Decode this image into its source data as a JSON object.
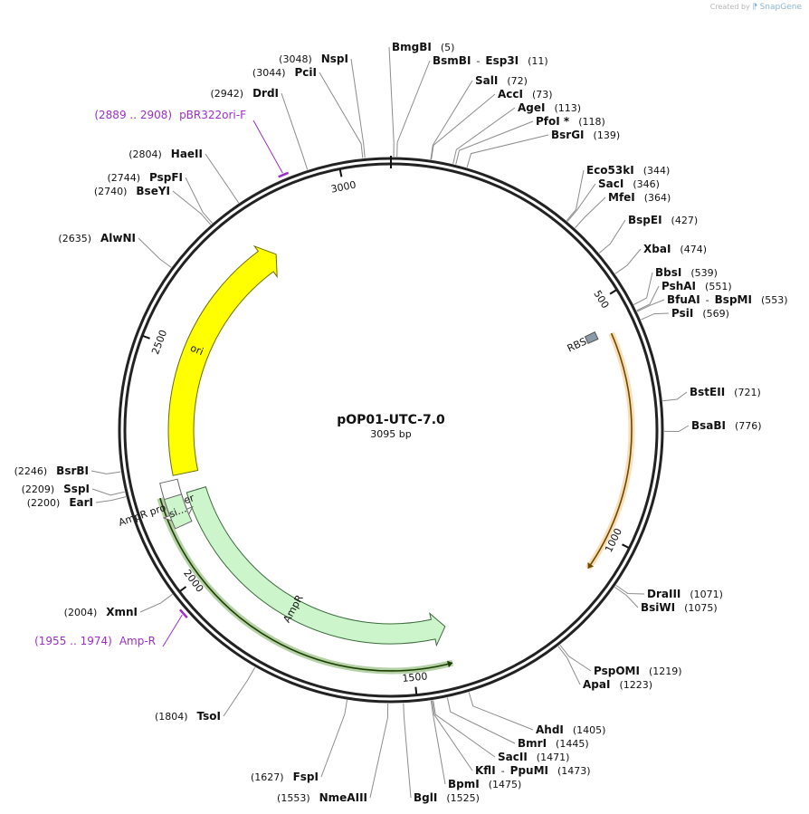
{
  "credit": {
    "prefix": "Created by",
    "brand": "SnapGene"
  },
  "plasmid": {
    "name": "pOP01-UTC-7.0",
    "size_label": "3095 bp",
    "length": 3095
  },
  "ticks": [
    {
      "label": "500",
      "pos": 500
    },
    {
      "label": "1000",
      "pos": 1000
    },
    {
      "label": "1500",
      "pos": 1500
    },
    {
      "label": "2000",
      "pos": 2000
    },
    {
      "label": "2500",
      "pos": 2500
    },
    {
      "label": "3000",
      "pos": 3000
    }
  ],
  "enzymes": [
    {
      "names": [
        "BmgBI"
      ],
      "pos_label": "(5)",
      "site": 5
    },
    {
      "names": [
        "BsmBI",
        "Esp3I"
      ],
      "pos_label": "(11)",
      "site": 11
    },
    {
      "names": [
        "SalI"
      ],
      "pos_label": "(72)",
      "site": 72
    },
    {
      "names": [
        "AccI"
      ],
      "pos_label": "(73)",
      "site": 73
    },
    {
      "names": [
        "AgeI"
      ],
      "pos_label": "(113)",
      "site": 113
    },
    {
      "names": [
        "PfoI *"
      ],
      "pos_label": "(118)",
      "site": 118
    },
    {
      "names": [
        "BsrGI"
      ],
      "pos_label": "(139)",
      "site": 139
    },
    {
      "names": [
        "Eco53kI"
      ],
      "pos_label": "(344)",
      "site": 344
    },
    {
      "names": [
        "SacI"
      ],
      "pos_label": "(346)",
      "site": 346
    },
    {
      "names": [
        "MfeI"
      ],
      "pos_label": "(364)",
      "site": 364
    },
    {
      "names": [
        "BspEI"
      ],
      "pos_label": "(427)",
      "site": 427
    },
    {
      "names": [
        "XbaI"
      ],
      "pos_label": "(474)",
      "site": 474
    },
    {
      "names": [
        "BbsI"
      ],
      "pos_label": "(539)",
      "site": 539
    },
    {
      "names": [
        "PshAI"
      ],
      "pos_label": "(551)",
      "site": 551
    },
    {
      "names": [
        "BfuAI",
        "BspMI"
      ],
      "pos_label": "(553)",
      "site": 553
    },
    {
      "names": [
        "PsiI"
      ],
      "pos_label": "(569)",
      "site": 569
    },
    {
      "names": [
        "BstEII"
      ],
      "pos_label": "(721)",
      "site": 721
    },
    {
      "names": [
        "BsaBI"
      ],
      "pos_label": "(776)",
      "site": 776
    },
    {
      "names": [
        "DraIII"
      ],
      "pos_label": "(1071)",
      "site": 1071
    },
    {
      "names": [
        "BsiWI"
      ],
      "pos_label": "(1075)",
      "site": 1075
    },
    {
      "names": [
        "PspOMI"
      ],
      "pos_label": "(1219)",
      "site": 1219
    },
    {
      "names": [
        "ApaI"
      ],
      "pos_label": "(1223)",
      "site": 1223
    },
    {
      "names": [
        "AhdI"
      ],
      "pos_label": "(1405)",
      "site": 1405
    },
    {
      "names": [
        "BmrI"
      ],
      "pos_label": "(1445)",
      "site": 1445
    },
    {
      "names": [
        "SacII"
      ],
      "pos_label": "(1471)",
      "site": 1471
    },
    {
      "names": [
        "KflI",
        "PpuMI"
      ],
      "pos_label": "(1473)",
      "site": 1473
    },
    {
      "names": [
        "BpmI"
      ],
      "pos_label": "(1475)",
      "site": 1475
    },
    {
      "names": [
        "BglI"
      ],
      "pos_label": "(1525)",
      "site": 1525
    },
    {
      "names": [
        "NmeAIII"
      ],
      "pos_label": "(1553)",
      "site": 1553
    },
    {
      "names": [
        "FspI"
      ],
      "pos_label": "(1627)",
      "site": 1627
    },
    {
      "names": [
        "TsoI"
      ],
      "pos_label": "(1804)",
      "site": 1804
    },
    {
      "names": [
        "XmnI"
      ],
      "pos_label": "(2004)",
      "site": 2004
    },
    {
      "names": [
        "EarI"
      ],
      "pos_label": "(2200)",
      "site": 2200
    },
    {
      "names": [
        "SspI"
      ],
      "pos_label": "(2209)",
      "site": 2209
    },
    {
      "names": [
        "BsrBI"
      ],
      "pos_label": "(2246)",
      "site": 2246
    },
    {
      "names": [
        "AlwNI"
      ],
      "pos_label": "(2635)",
      "site": 2635
    },
    {
      "names": [
        "BseYI"
      ],
      "pos_label": "(2740)",
      "site": 2740
    },
    {
      "names": [
        "PspFI"
      ],
      "pos_label": "(2744)",
      "site": 2744
    },
    {
      "names": [
        "HaeII"
      ],
      "pos_label": "(2804)",
      "site": 2804
    },
    {
      "names": [
        "DrdI"
      ],
      "pos_label": "(2942)",
      "site": 2942
    },
    {
      "names": [
        "PciI"
      ],
      "pos_label": "(3044)",
      "site": 3044
    },
    {
      "names": [
        "NspI"
      ],
      "pos_label": "(3048)",
      "site": 3048
    }
  ],
  "primers": [
    {
      "range_label": "(2889 .. 2908)",
      "name": "pBR322ori-F",
      "start": 2889,
      "end": 2908
    },
    {
      "range_label": "(1955 .. 1974)",
      "name": "Amp-R",
      "start": 1955,
      "end": 1974
    }
  ],
  "features": [
    {
      "name": "ori",
      "start": 2220,
      "end": 2810,
      "direction": "forward",
      "color": "#ffff00",
      "stroke": "#6b6b00"
    },
    {
      "name": "AmpR",
      "start": 1415,
      "end": 2175,
      "direction": "reverse",
      "color": "#ccf5cc",
      "stroke": "#3a6b3a"
    },
    {
      "name": "AmpR promoter",
      "start": 2110,
      "end": 2210,
      "direction": "reverse",
      "color": "#ffffff",
      "stroke": "#666666"
    },
    {
      "name": "si…",
      "start": 2110,
      "end": 2175,
      "direction": "none",
      "color": "#ccf5cc",
      "stroke": "#666666"
    },
    {
      "name": "RBS",
      "start": 553,
      "end": 570,
      "direction": "none",
      "color": "#8a9aa6",
      "stroke": "#555555"
    }
  ],
  "orfs": [
    {
      "start": 570,
      "end": 1075,
      "direction": "forward",
      "color": "#f0a030"
    },
    {
      "start": 1420,
      "end": 2180,
      "direction": "reverse",
      "color": "#2a7a00"
    }
  ]
}
